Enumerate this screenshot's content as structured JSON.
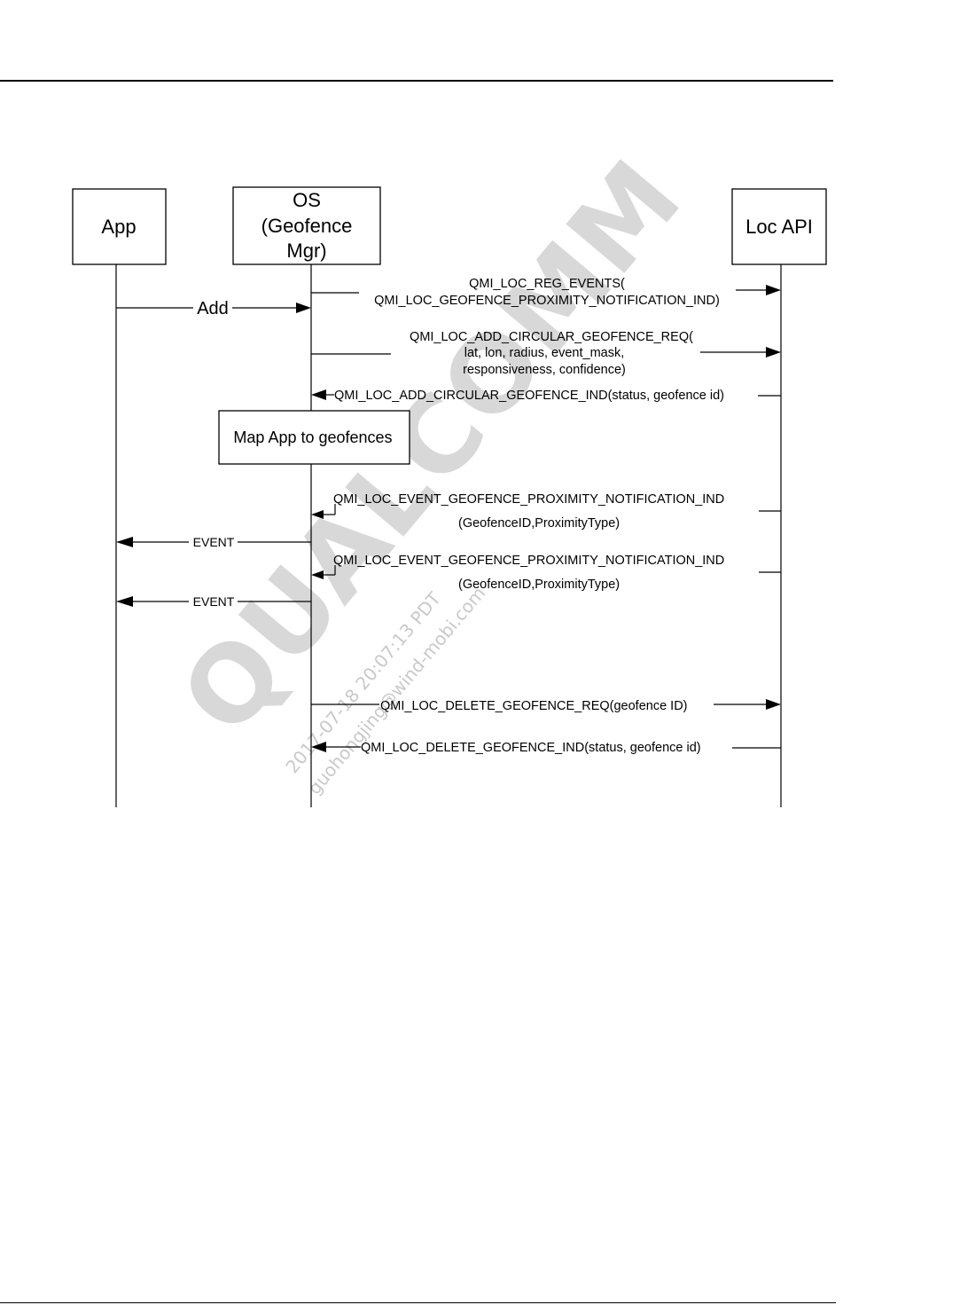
{
  "actors": {
    "app": [
      "App"
    ],
    "os": [
      "OS",
      "(Geofence",
      "Mgr)"
    ],
    "loc": [
      "Loc API"
    ]
  },
  "messages": {
    "reg_events": [
      "QMI_LOC_REG_EVENTS(",
      "QMI_LOC_GEOFENCE_PROXIMITY_NOTIFICATION_IND)"
    ],
    "add": "Add",
    "add_req": [
      "QMI_LOC_ADD_CIRCULAR_GEOFENCE_REQ(",
      "lat, lon, radius, event_mask,",
      "responsiveness, confidence)"
    ],
    "add_ind": "QMI_LOC_ADD_CIRCULAR_GEOFENCE_IND(status, geofence id)",
    "note": "Map App to geofences",
    "prox_ind_1": [
      "QMI_LOC_EVENT_GEOFENCE_PROXIMITY_NOTIFICATION_IND",
      "(GeofenceID,ProximityType)"
    ],
    "event_1": "EVENT",
    "prox_ind_2": [
      "QMI_LOC_EVENT_GEOFENCE_PROXIMITY_NOTIFICATION_IND",
      "(GeofenceID,ProximityType)"
    ],
    "event_2": "EVENT",
    "delete_req": "QMI_LOC_DELETE_GEOFENCE_REQ(geofence ID)",
    "delete_ind": "QMI_LOC_DELETE_GEOFENCE_IND(status, geofence id)"
  },
  "watermark": {
    "brand": "QUALCOMM",
    "line1": "2017-07-18 20:07:13 PDT",
    "line2": "guohongjing@wind-mobi.com"
  }
}
